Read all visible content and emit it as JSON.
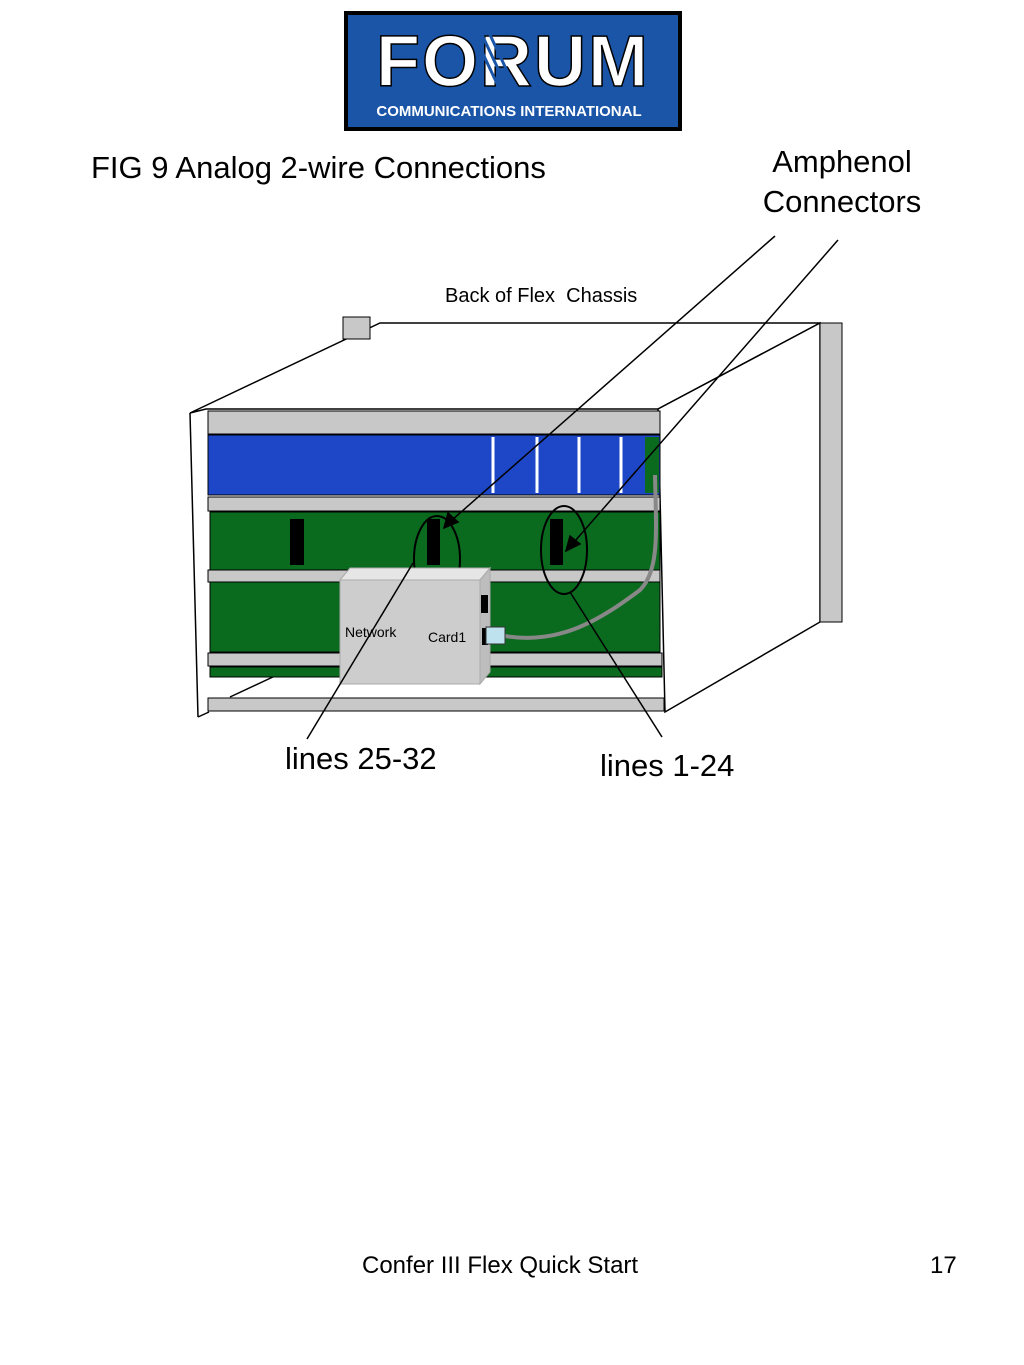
{
  "header": {
    "logo_text": "FORUM",
    "logo_subtitle": "COMMUNICATIONS INTERNATIONAL"
  },
  "figure": {
    "title": "FIG 9 Analog 2-wire Connections",
    "amphenol_line1": "Amphenol",
    "amphenol_line2": "Connectors",
    "back_label": "Back of Flex  Chassis",
    "network_label": "Network",
    "card_label": "Card1",
    "lines_left": "lines 25-32",
    "lines_right": "lines 1-24"
  },
  "colors": {
    "logo_bg": "#1a55a8",
    "blue_card": "#1e47c8",
    "green_card": "#0a6b1e",
    "rail_gray": "#c8c8c8",
    "network_box": "#cdcdcd",
    "port_blue": "#bfe3ee"
  },
  "footer": {
    "title": "Confer III Flex Quick Start",
    "page_number": "17"
  }
}
